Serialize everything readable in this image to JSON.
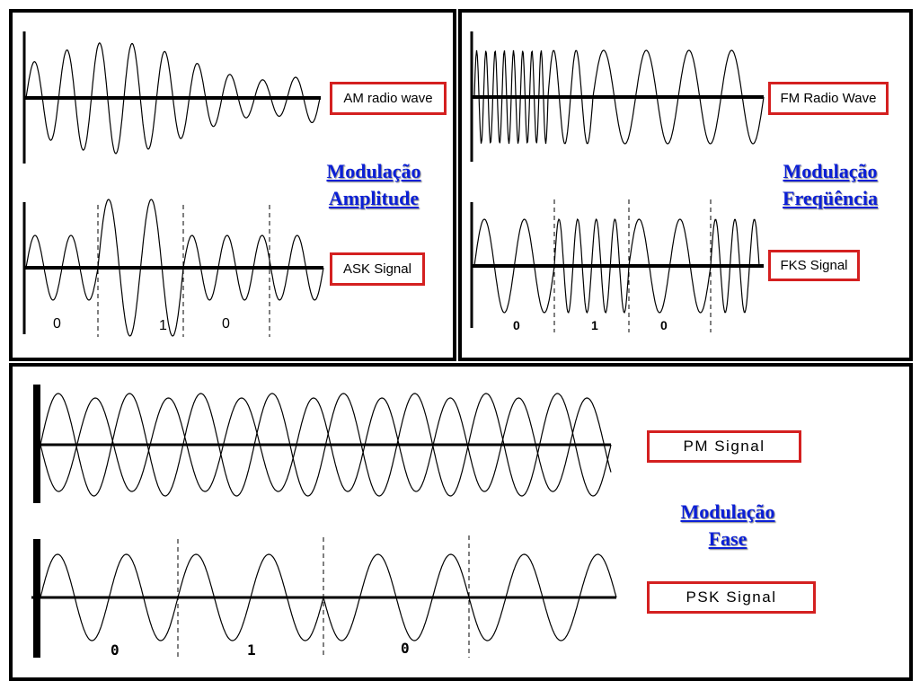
{
  "am": {
    "label": "AM radio wave",
    "title_line1": "Modulação",
    "title_line2": "Amplitude"
  },
  "ask": {
    "label": "ASK Signal",
    "bits": [
      "0",
      "1",
      "0"
    ]
  },
  "fm": {
    "label": "FM Radio Wave",
    "title_line1": "Modulação",
    "title_line2": "Freqüência"
  },
  "fsk": {
    "label": "FKS Signal",
    "bits": [
      "0",
      "1",
      "0"
    ]
  },
  "pm": {
    "label": "PM Signal",
    "title_line1": "Modulação",
    "title_line2": "Fase"
  },
  "psk": {
    "label": "PSK Signal",
    "bits": [
      "0",
      "1",
      "0"
    ]
  },
  "colors": {
    "frame": "#000000",
    "label_border": "#d42020",
    "title": "#0b1fd6"
  }
}
